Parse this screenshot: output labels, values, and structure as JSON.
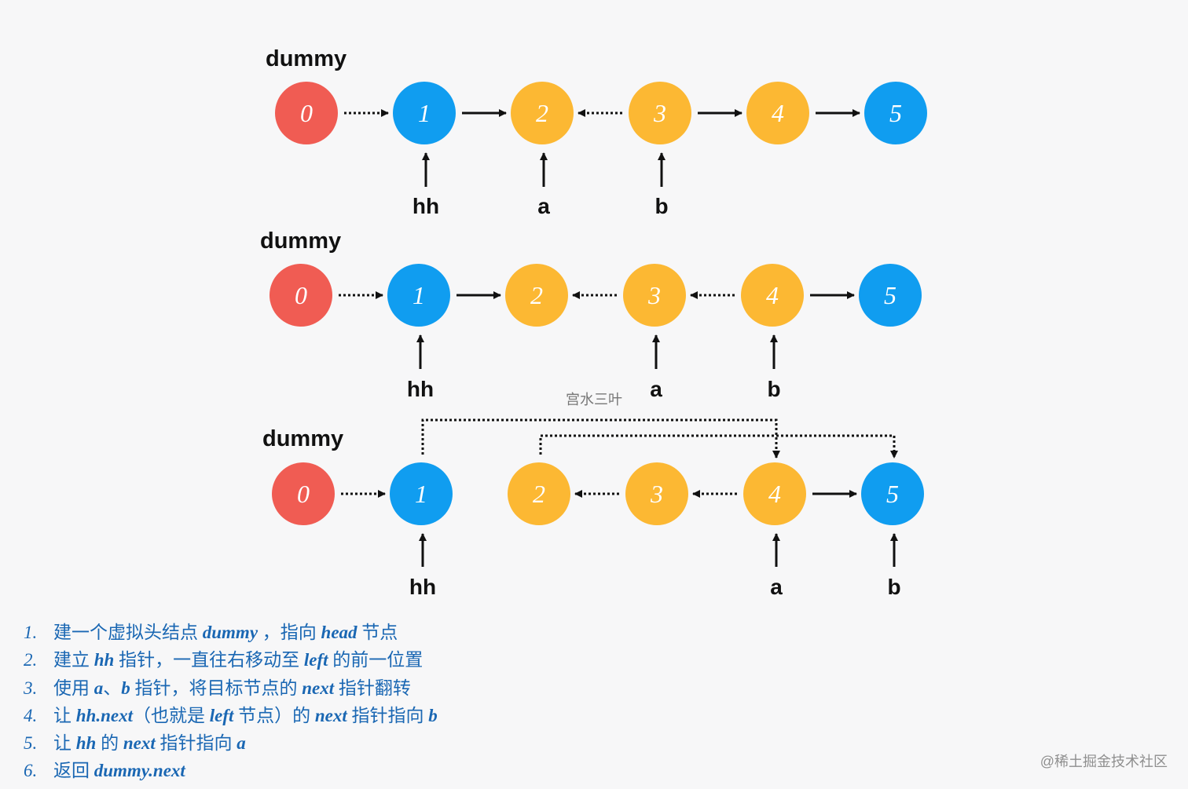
{
  "colors": {
    "red": "#f05c53",
    "blue": "#109df0",
    "orange": "#fcb833",
    "arrow": "#111111",
    "step_text": "#1a67b3"
  },
  "panels": [
    {
      "dummy_label": "dummy",
      "nodes": [
        {
          "value": "0",
          "color": "red"
        },
        {
          "value": "1",
          "color": "blue"
        },
        {
          "value": "2",
          "color": "orange"
        },
        {
          "value": "3",
          "color": "orange"
        },
        {
          "value": "4",
          "color": "orange"
        },
        {
          "value": "5",
          "color": "blue"
        }
      ],
      "links": [
        {
          "from": 0,
          "to": 1,
          "style": "dotted"
        },
        {
          "from": 1,
          "to": 2,
          "style": "solid"
        },
        {
          "from": 3,
          "to": 2,
          "style": "dotted"
        },
        {
          "from": 3,
          "to": 4,
          "style": "solid"
        },
        {
          "from": 4,
          "to": 5,
          "style": "solid"
        }
      ],
      "pointers": [
        {
          "label": "hh",
          "node": 1
        },
        {
          "label": "a",
          "node": 2
        },
        {
          "label": "b",
          "node": 3
        }
      ],
      "rewires": []
    },
    {
      "dummy_label": "dummy",
      "nodes": [
        {
          "value": "0",
          "color": "red"
        },
        {
          "value": "1",
          "color": "blue"
        },
        {
          "value": "2",
          "color": "orange"
        },
        {
          "value": "3",
          "color": "orange"
        },
        {
          "value": "4",
          "color": "orange"
        },
        {
          "value": "5",
          "color": "blue"
        }
      ],
      "links": [
        {
          "from": 0,
          "to": 1,
          "style": "dotted"
        },
        {
          "from": 1,
          "to": 2,
          "style": "solid"
        },
        {
          "from": 3,
          "to": 2,
          "style": "dotted"
        },
        {
          "from": 4,
          "to": 3,
          "style": "dotted"
        },
        {
          "from": 4,
          "to": 5,
          "style": "solid"
        }
      ],
      "pointers": [
        {
          "label": "hh",
          "node": 1
        },
        {
          "label": "a",
          "node": 3
        },
        {
          "label": "b",
          "node": 4
        }
      ],
      "rewires": []
    },
    {
      "dummy_label": "dummy",
      "nodes": [
        {
          "value": "0",
          "color": "red"
        },
        {
          "value": "1",
          "color": "blue"
        },
        {
          "value": "2",
          "color": "orange"
        },
        {
          "value": "3",
          "color": "orange"
        },
        {
          "value": "4",
          "color": "orange"
        },
        {
          "value": "5",
          "color": "blue"
        }
      ],
      "links": [
        {
          "from": 0,
          "to": 1,
          "style": "dotted"
        },
        {
          "from": 3,
          "to": 2,
          "style": "dotted"
        },
        {
          "from": 4,
          "to": 3,
          "style": "dotted"
        },
        {
          "from": 4,
          "to": 5,
          "style": "solid"
        }
      ],
      "pointers": [
        {
          "label": "hh",
          "node": 1
        },
        {
          "label": "a",
          "node": 4
        },
        {
          "label": "b",
          "node": 5
        }
      ],
      "rewires": [
        {
          "from": 1,
          "to": 4,
          "style": "dotted"
        },
        {
          "from": 2,
          "to": 5,
          "style": "dotted"
        }
      ]
    }
  ],
  "watermark_center": "宫水三叶",
  "steps": [
    {
      "num": "1.",
      "segments": [
        {
          "text": "建一个虚拟头结点 ",
          "code": false
        },
        {
          "text": "dummy",
          "code": true
        },
        {
          "text": " ，指向 ",
          "code": false
        },
        {
          "text": "head",
          "code": true
        },
        {
          "text": " 节点",
          "code": false
        }
      ]
    },
    {
      "num": "2.",
      "segments": [
        {
          "text": "建立 ",
          "code": false
        },
        {
          "text": "hh",
          "code": true
        },
        {
          "text": " 指针，一直往右移动至 ",
          "code": false
        },
        {
          "text": "left",
          "code": true
        },
        {
          "text": " 的前一位置",
          "code": false
        }
      ]
    },
    {
      "num": "3.",
      "segments": [
        {
          "text": "使用 ",
          "code": false
        },
        {
          "text": "a",
          "code": true
        },
        {
          "text": "、",
          "code": false
        },
        {
          "text": "b",
          "code": true
        },
        {
          "text": " 指针，将目标节点的 ",
          "code": false
        },
        {
          "text": "next",
          "code": true
        },
        {
          "text": " 指针翻转",
          "code": false
        }
      ]
    },
    {
      "num": "4.",
      "segments": [
        {
          "text": "让 ",
          "code": false
        },
        {
          "text": "hh.next",
          "code": true
        },
        {
          "text": "（也就是 ",
          "code": false
        },
        {
          "text": "left",
          "code": true
        },
        {
          "text": " 节点）的 ",
          "code": false
        },
        {
          "text": "next",
          "code": true
        },
        {
          "text": " 指针指向 ",
          "code": false
        },
        {
          "text": "b",
          "code": true
        }
      ]
    },
    {
      "num": "5.",
      "segments": [
        {
          "text": "让 ",
          "code": false
        },
        {
          "text": "hh",
          "code": true
        },
        {
          "text": " 的 ",
          "code": false
        },
        {
          "text": "next",
          "code": true
        },
        {
          "text": " 指针指向 ",
          "code": false
        },
        {
          "text": "a",
          "code": true
        }
      ]
    },
    {
      "num": "6.",
      "segments": [
        {
          "text": "返回 ",
          "code": false
        },
        {
          "text": "dummy.next",
          "code": true
        }
      ]
    }
  ],
  "watermark_corner": "@稀土掘金技术社区"
}
